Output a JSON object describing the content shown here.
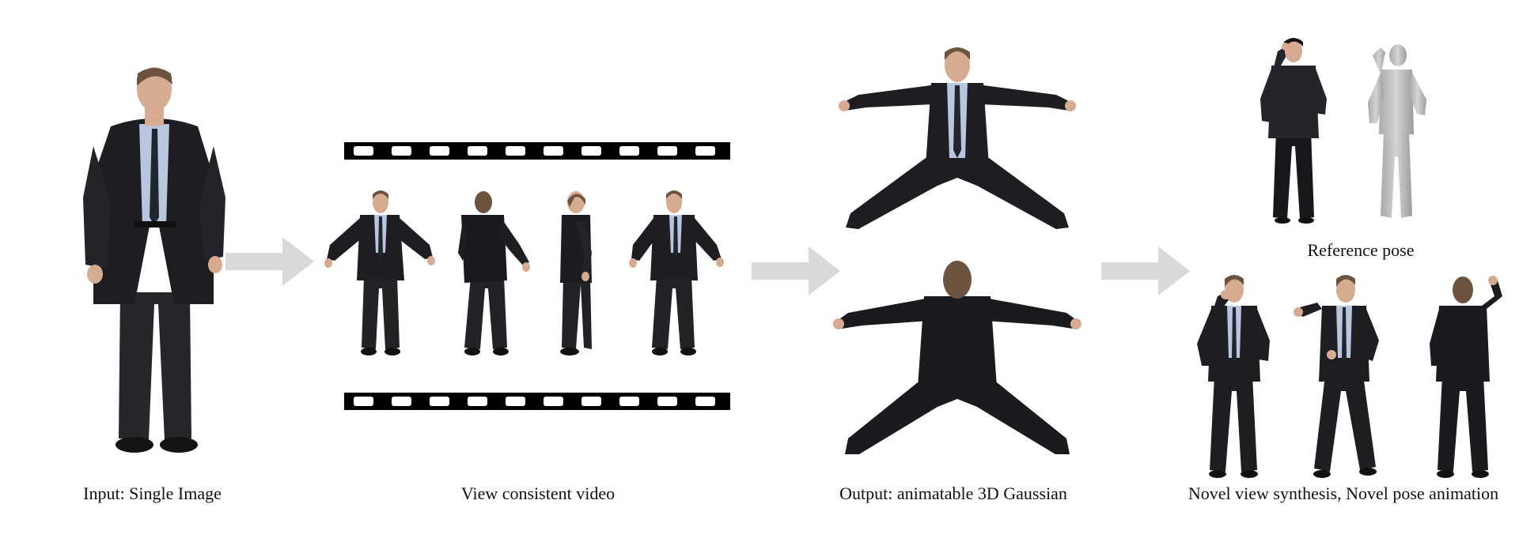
{
  "captions": {
    "input": "Input: Single Image",
    "video": "View consistent video",
    "output": "Output: animatable 3D Gaussian",
    "novel": "Novel view synthesis, Novel pose animation",
    "reference": "Reference pose"
  },
  "colors": {
    "suit": "#1e1e22",
    "suit_shade": "#2c2c31",
    "shirt": "#b8c6df",
    "tie": "#22252c",
    "skin": "#d7ab90",
    "hair": "#6b5340",
    "hoodie": "#23252b",
    "mesh": "#bdbdbd",
    "arrow": "#d9d9d9",
    "film": "#000000",
    "film_hole": "#ffffff"
  }
}
